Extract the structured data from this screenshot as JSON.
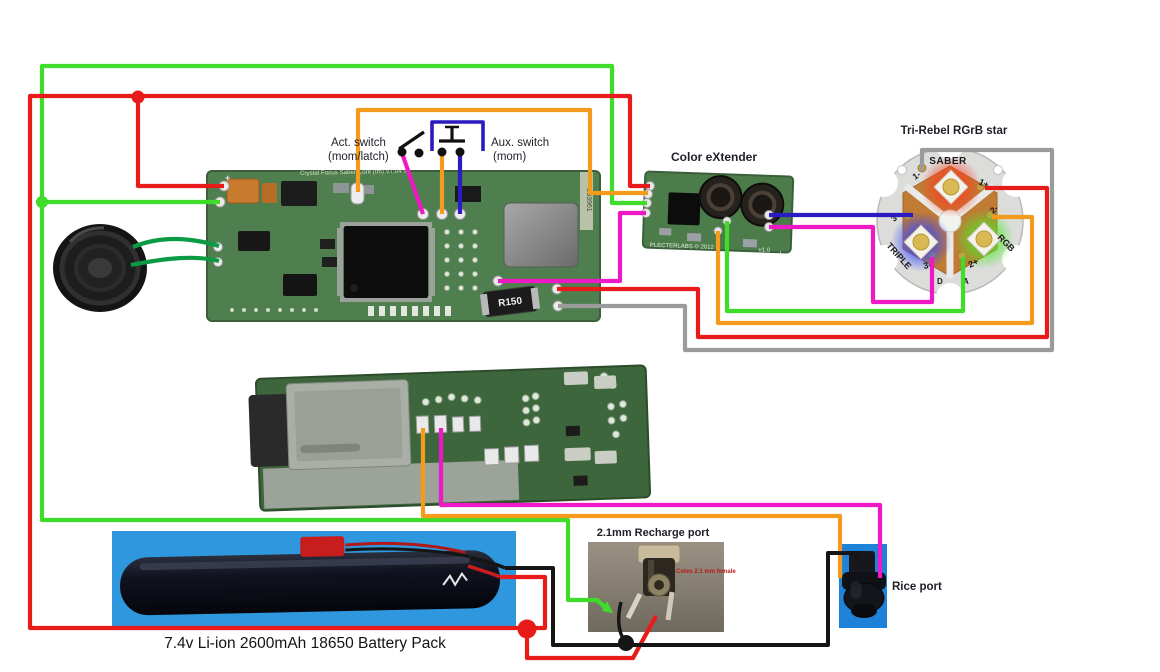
{
  "colors": {
    "red": "#e81b1b",
    "green": "#3fdd2a",
    "dark_green": "#0b9b44",
    "orange": "#f49b1e",
    "magenta": "#ee18c6",
    "blue": "#2a1cc0",
    "gray": "#9b9b9b",
    "black": "#151515"
  },
  "labels": {
    "act_switch_1": "Act. switch",
    "act_switch_2": "(mom/latch)",
    "aux_switch_1": "Aux. switch",
    "aux_switch_2": "(mom)",
    "color_extender": "Color eXtender",
    "star_title": "Tri-Rebel RGrB star",
    "recharge_title": "2.1mm Recharge port",
    "recharge_note": "Cotex 2.1 mm female",
    "rice_port": "Rice port",
    "battery": "7.4v Li-ion 2600mAh 18650 Battery Pack"
  },
  "main_board": {
    "silkscreen": "Crystal Focus Saber Core (tm) V7.04 ©",
    "sticker": "593961",
    "resistor": "R150",
    "plus": "+"
  },
  "ce_board": {
    "maker": "PLECTERLABS © 2012",
    "version": "v1.0",
    "corner": "L-"
  },
  "star": {
    "name": "SABER",
    "left_text": "TRIPLE",
    "right_text": "RGB",
    "pads": {
      "p1m": "1-",
      "p1p": "1+",
      "p3p": "3+",
      "p2m": "2-",
      "p3m": "3-",
      "p2p": "2+",
      "d": "D",
      "a": "A"
    }
  }
}
